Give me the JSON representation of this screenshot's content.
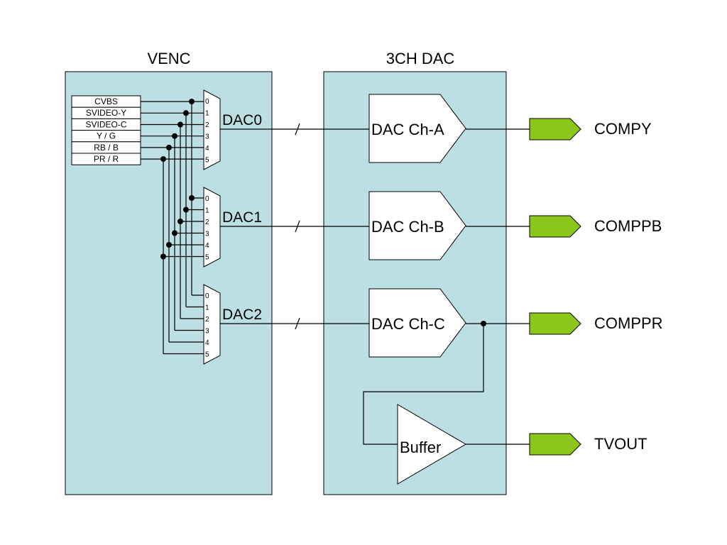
{
  "blocks": {
    "venc": {
      "title": "VENC"
    },
    "dac3": {
      "title": "3CH DAC"
    }
  },
  "signals": [
    "CVBS",
    "SVIDEO-Y",
    "SVIDEO-C",
    "Y / G",
    "RB / B",
    "PR / R"
  ],
  "mux_inputs": [
    "0",
    "1",
    "2",
    "3",
    "4",
    "5"
  ],
  "muxes": [
    {
      "label": "DAC0"
    },
    {
      "label": "DAC1"
    },
    {
      "label": "DAC2"
    }
  ],
  "channels": [
    {
      "label": "DAC Ch-A"
    },
    {
      "label": "DAC Ch-B"
    },
    {
      "label": "DAC Ch-C"
    }
  ],
  "buffer": {
    "label": "Buffer"
  },
  "outputs": [
    {
      "label": "COMPY"
    },
    {
      "label": "COMPPB"
    },
    {
      "label": "COMPPR"
    },
    {
      "label": "TVOUT"
    }
  ],
  "colors": {
    "block_fill": "#bcdfe3",
    "connector_fill": "#8dc61a"
  }
}
